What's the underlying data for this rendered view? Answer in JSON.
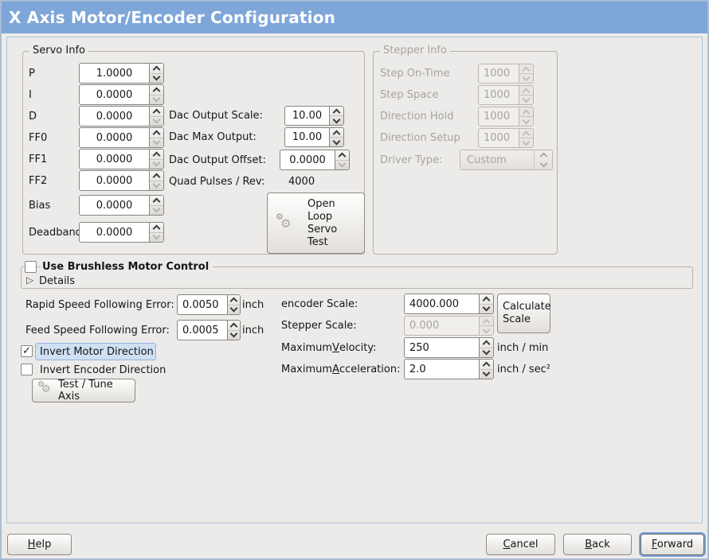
{
  "title": "X Axis Motor/Encoder Configuration",
  "icons": {
    "gears": "⚙",
    "expander": "▷"
  },
  "servo_info": {
    "legend": "Servo Info",
    "fields": [
      {
        "label": "P",
        "value": "1.0000"
      },
      {
        "label": "I",
        "value": "0.0000"
      },
      {
        "label": "D",
        "value": "0.0000"
      },
      {
        "label": "FF0",
        "value": "0.0000"
      },
      {
        "label": "FF1",
        "value": "0.0000"
      },
      {
        "label": "FF2",
        "value": "0.0000"
      },
      {
        "label": "Bias",
        "value": "0.0000"
      },
      {
        "label": "Deadband",
        "value": "0.0000"
      }
    ],
    "dac_output_scale": {
      "label": "Dac Output Scale:",
      "value": "10.00"
    },
    "dac_max_output": {
      "label": "Dac Max Output:",
      "value": "10.00"
    },
    "dac_output_offset": {
      "label": "Dac Output Offset:",
      "value": "0.0000"
    },
    "quad_pulses": {
      "label": "Quad Pulses / Rev:",
      "value": "4000"
    },
    "open_loop_button": "Open Loop Servo Test"
  },
  "stepper_info": {
    "legend": "Stepper Info",
    "fields": [
      {
        "label": "Step On-Time",
        "value": "1000"
      },
      {
        "label": "Step Space",
        "value": "1000"
      },
      {
        "label": "Direction Hold",
        "value": "1000"
      },
      {
        "label": "Direction Setup",
        "value": "1000"
      }
    ],
    "driver_type": {
      "label": "Driver Type:",
      "value": "Custom"
    }
  },
  "brushless": {
    "label": "Use Brushless Motor Control",
    "check": "",
    "details": "Details"
  },
  "following_errors": [
    {
      "label": "Rapid Speed Following Error:",
      "value": "0.0050",
      "unit": "inch"
    },
    {
      "label": "Feed Speed Following Error:",
      "value": "0.0005",
      "unit": "inch"
    }
  ],
  "invert_motor": {
    "label": "Invert Motor Direction",
    "check": "✓"
  },
  "invert_encoder": {
    "label": "Invert Encoder Direction",
    "check": ""
  },
  "test_tune_button": "Test / Tune Axis",
  "scaling": {
    "encoder_scale": {
      "label": "encoder Scale:",
      "value": "4000.000"
    },
    "calculate_button": "Calculate Scale",
    "stepper_scale": {
      "label": "Stepper Scale:",
      "value": "0.000"
    },
    "max_velocity": {
      "pre": "Maximum ",
      "mn": "V",
      "post": "elocity:",
      "value": "250",
      "unit": "inch / min"
    },
    "max_acceleration": {
      "pre": "Maximum ",
      "mn": "A",
      "post": "cceleration:",
      "value": "2.0",
      "unit": "inch / sec²"
    }
  },
  "footer": {
    "help": {
      "mn": "H",
      "post": "elp"
    },
    "cancel": {
      "mn": "C",
      "post": "ancel"
    },
    "back": {
      "mn": "B",
      "post": "ack"
    },
    "forward": {
      "mn": "F",
      "post": "orward"
    }
  },
  "colors": {
    "titlebar": "#7ea6d8",
    "focus_highlight": "#cfe0f3"
  }
}
